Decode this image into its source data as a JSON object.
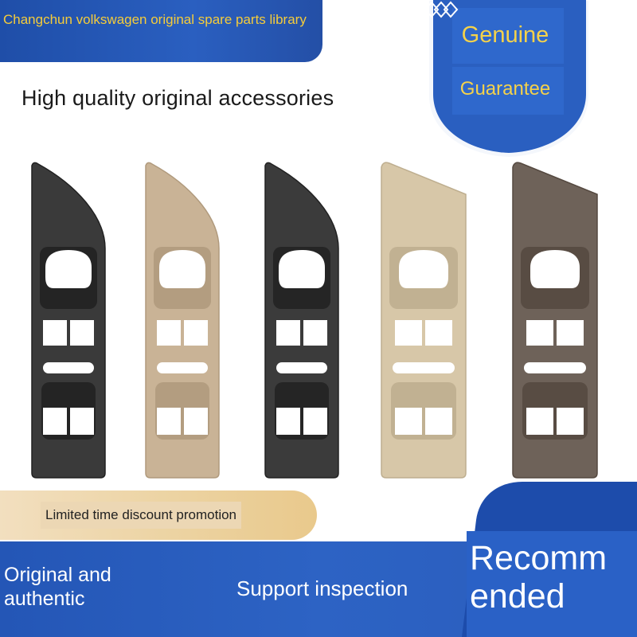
{
  "header": {
    "shop_name": "Changchun volkswagen original spare parts library"
  },
  "badge": {
    "line1": "Genuine",
    "line2": "Guarantee",
    "mark_icon": "diamond-chain-icon"
  },
  "subtitle": "High quality original accessories",
  "products": [
    {
      "color": "#3a3a3a",
      "shade": "black"
    },
    {
      "color": "#c9b396",
      "shade": "beige"
    },
    {
      "color": "#3b3b3b",
      "shade": "black"
    },
    {
      "color": "#d7c7a8",
      "shade": "light-beige"
    },
    {
      "color": "#6e6259",
      "shade": "brown-gray"
    }
  ],
  "promo": {
    "label": "Limited time discount promotion"
  },
  "footer": {
    "left_text": "Original and authentic",
    "mid_text": "Support inspection",
    "recommended_text": "Recomm ended"
  },
  "colors": {
    "brand_blue": "#2a5cbc",
    "gold_text": "#f5cc3a",
    "promo_gold": "#ecd3a2"
  }
}
